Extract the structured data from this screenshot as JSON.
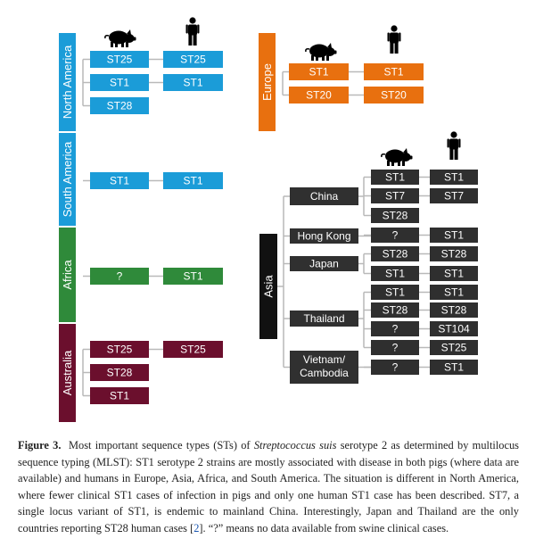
{
  "colors": {
    "north_america": "#1b9cd8",
    "south_america": "#1b9cd8",
    "europe": "#e8700f",
    "africa": "#2f8a3a",
    "australia": "#6b0f2d",
    "asia_region": "#111111",
    "asia_country": "#303030",
    "asia_st": "#2f2f2f",
    "line": "#b9b9b9"
  },
  "icons": {
    "pig": "pig-icon",
    "human": "human-icon"
  },
  "regions": [
    {
      "id": "north_america",
      "label": "North America",
      "rows": [
        {
          "pig": "ST25",
          "human": "ST25"
        },
        {
          "pig": "ST1",
          "human": "ST1"
        },
        {
          "pig": "ST28",
          "human": ""
        }
      ]
    },
    {
      "id": "south_america",
      "label": "South America",
      "rows": [
        {
          "pig": "ST1",
          "human": "ST1"
        }
      ]
    },
    {
      "id": "africa",
      "label": "Africa",
      "rows": [
        {
          "pig": "?",
          "human": "ST1"
        }
      ]
    },
    {
      "id": "australia",
      "label": "Australia",
      "rows": [
        {
          "pig": "ST25",
          "human": "ST25"
        },
        {
          "pig": "ST28",
          "human": ""
        },
        {
          "pig": "ST1",
          "human": ""
        }
      ]
    },
    {
      "id": "europe",
      "label": "Europe",
      "rows": [
        {
          "pig": "ST1",
          "human": "ST1"
        },
        {
          "pig": "ST20",
          "human": "ST20"
        }
      ]
    }
  ],
  "asia": {
    "label": "Asia",
    "countries": [
      {
        "label": "China",
        "rows": [
          {
            "pig": "ST1",
            "human": "ST1"
          },
          {
            "pig": "ST7",
            "human": "ST7"
          },
          {
            "pig": "ST28",
            "human": ""
          }
        ]
      },
      {
        "label": "Hong Kong",
        "rows": [
          {
            "pig": "?",
            "human": "ST1"
          }
        ]
      },
      {
        "label": "Japan",
        "rows": [
          {
            "pig": "ST28",
            "human": "ST28"
          },
          {
            "pig": "ST1",
            "human": "ST1"
          }
        ]
      },
      {
        "label": "Thailand",
        "rows": [
          {
            "pig": "ST1",
            "human": "ST1"
          },
          {
            "pig": "ST28",
            "human": "ST28"
          },
          {
            "pig": "?",
            "human": "ST104"
          },
          {
            "pig": "?",
            "human": "ST25"
          }
        ]
      },
      {
        "label": "Vietnam/ Cambodia",
        "label_lines": [
          "Vietnam/",
          "Cambodia"
        ],
        "rows": [
          {
            "pig": "?",
            "human": "ST1"
          }
        ]
      }
    ]
  },
  "caption": {
    "label": "Figure 3.",
    "text_before_species": "Most important sequence types (STs) of",
    "species": "Streptococcus suis",
    "text_after_species": "serotype 2 as determined by multilocus sequence typing (MLST): ST1 serotype 2 strains are mostly associated with disease in both pigs (where data are available) and humans in Europe, Asia, Africa, and South America. The situation is different in North America, where fewer clinical ST1 cases of infection in pigs and only one human ST1 case has been described. ST7, a single locus variant of ST1, is endemic to mainland China. Interestingly, Japan and Thailand are the only countries reporting ST28 human cases",
    "ref_open": "[",
    "ref": "2",
    "ref_close": "].",
    "text_end": "“?” means no data available from swine clinical cases."
  }
}
